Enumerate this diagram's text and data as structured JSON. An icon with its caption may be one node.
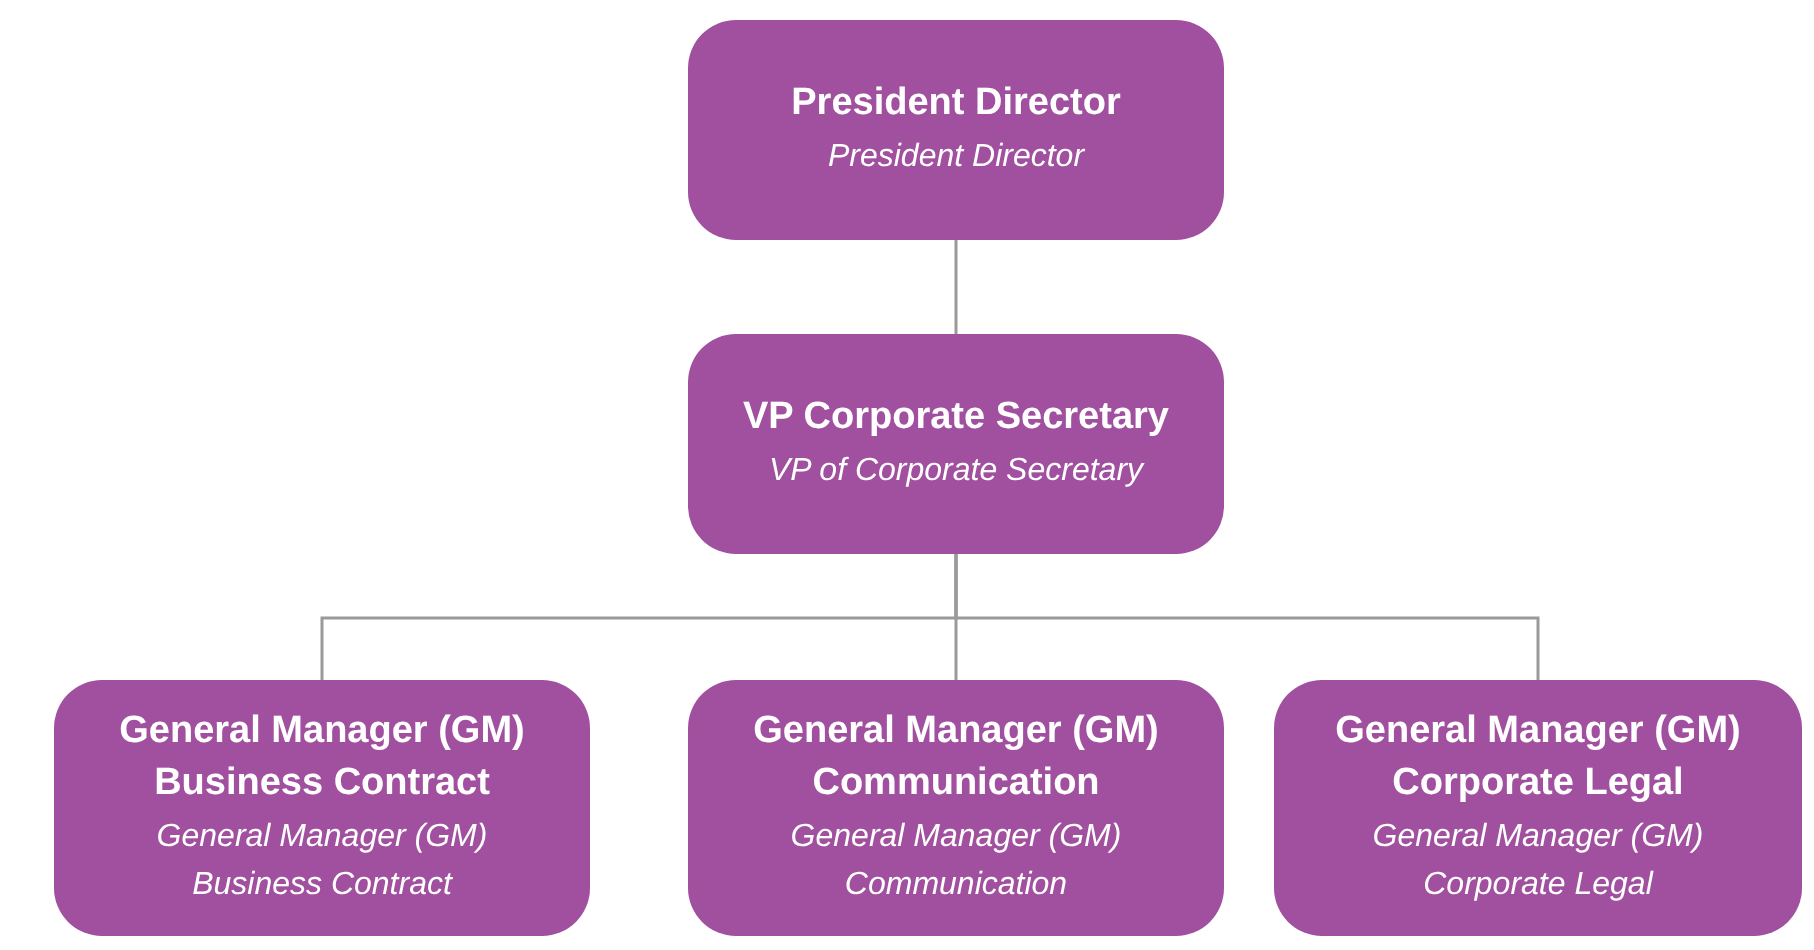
{
  "diagram": {
    "nodes": [
      {
        "text": [
          "President Director",
          "President Director"
        ]
      },
      {
        "text": [
          "VP Corporate Secretary",
          "VP of Corporate Secretary"
        ]
      },
      {
        "text": [
          "General Manager (GM) Business Contract",
          "General Manager (GM) Business Contract"
        ]
      },
      {
        "text": [
          "General Manager (GM) Communication",
          "General Manager (GM) Communication"
        ]
      },
      {
        "text": [
          "General Manager (GM) Corporate Legal",
          "General Manager (GM) Corporate Legal"
        ]
      }
    ],
    "edges": [
      {
        "from": 0,
        "to": 1,
        "arrow": "none"
      },
      {
        "from": 1,
        "to": 2,
        "arrow": "none"
      },
      {
        "from": 1,
        "to": 3,
        "arrow": "none"
      },
      {
        "from": 1,
        "to": 4,
        "arrow": "none"
      }
    ]
  }
}
